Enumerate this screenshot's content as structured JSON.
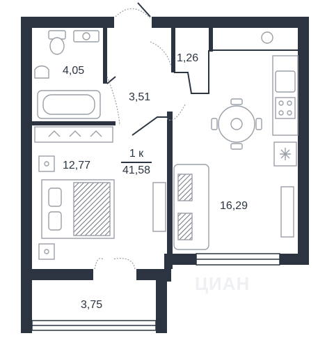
{
  "rooms": {
    "wc": "4,05",
    "hall": "3,51",
    "storage": "1,26",
    "bedroom": "12,77",
    "living": "16,29",
    "balcony": "3,75"
  },
  "apartment": {
    "rooms_label": "1 к",
    "total_area": "41,58"
  },
  "watermark": "ЦИАН",
  "colors": {
    "wall": "#2b3440",
    "furniture": "#9aa0a8",
    "background": "#ffffff"
  }
}
